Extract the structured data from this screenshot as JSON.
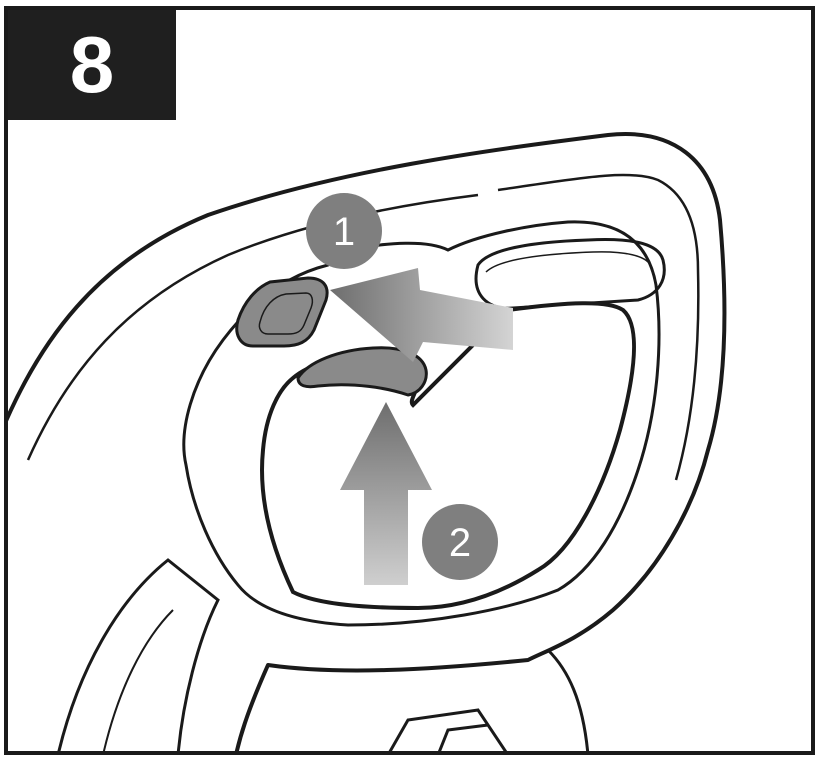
{
  "step": {
    "number": "8"
  },
  "callouts": [
    {
      "label": "1",
      "icon": "arrow-left-icon"
    },
    {
      "label": "2",
      "icon": "arrow-up-icon"
    }
  ],
  "colors": {
    "line": "#1a1a1a",
    "badge_bg": "#1f1f1f",
    "callout_fill": "#7f7f7f",
    "arrow_dark": "#6e6e6e",
    "arrow_light": "#d4d4d4",
    "button_fill": "#8a8a8a"
  }
}
